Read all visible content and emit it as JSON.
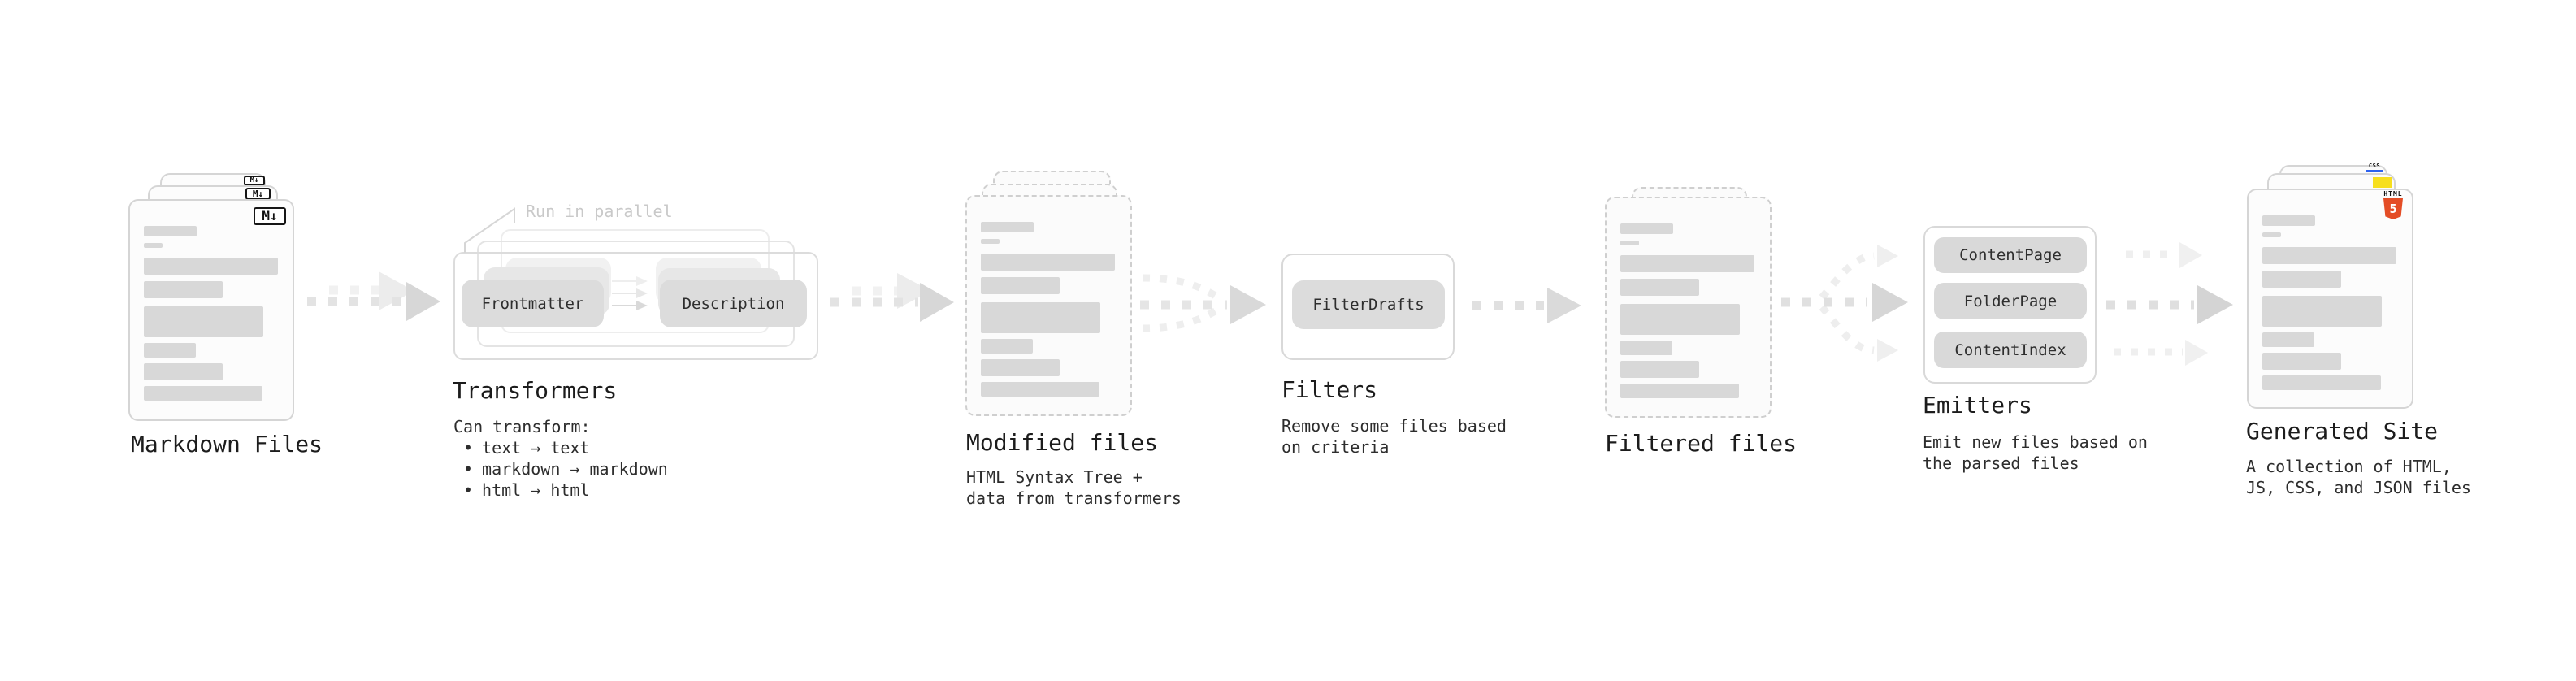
{
  "md": {
    "title": "Markdown Files",
    "badge": "M↓"
  },
  "tr": {
    "title": "Transformers",
    "parallel": "Run in parallel",
    "pill1": "Frontmatter",
    "pill2": "Description",
    "note": "Can transform:",
    "bullet": "•",
    "b1": "text → text",
    "b2": "markdown → markdown",
    "b3": "html → html"
  },
  "mod": {
    "title": "Modified files",
    "sub1": "HTML Syntax Tree +",
    "sub2": "data from transformers"
  },
  "fil": {
    "title": "Filters",
    "pill": "FilterDrafts",
    "sub1": "Remove some files based",
    "sub2": "on criteria"
  },
  "ff": {
    "title": "Filtered files"
  },
  "em": {
    "title": "Emitters",
    "pill1": "ContentPage",
    "pill2": "FolderPage",
    "pill3": "ContentIndex",
    "sub1": "Emit new files based on",
    "sub2": "the parsed files"
  },
  "gen": {
    "title": "Generated Site",
    "sub1": "A collection of HTML,",
    "sub2": "JS, CSS, and JSON files",
    "html_label": "HTML",
    "html_num": "5",
    "css_label": "CSS"
  },
  "colors": {
    "html5_orange": "#e44d26",
    "js_yellow": "#f7df1e",
    "css_blue": "#2d62ef"
  }
}
